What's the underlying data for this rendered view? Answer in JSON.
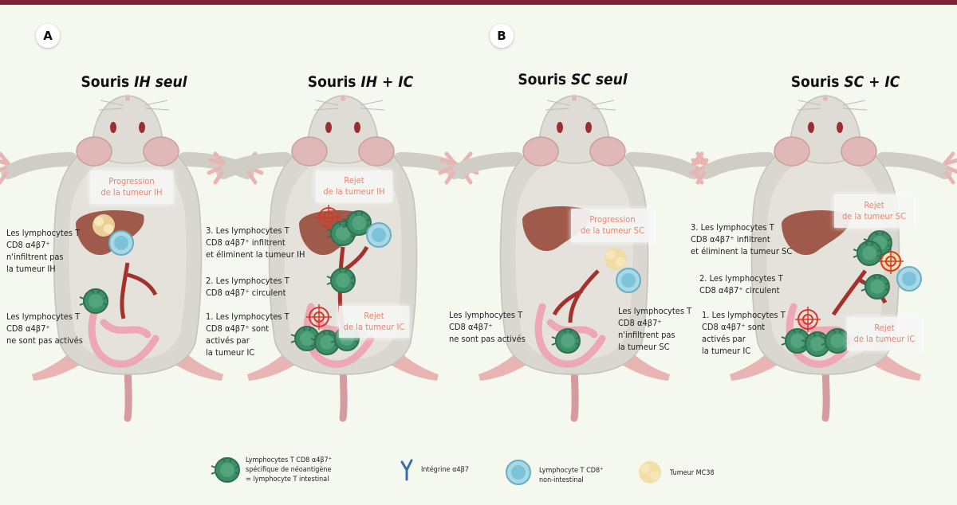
{
  "panels": {
    "a": {
      "label": "A"
    },
    "b": {
      "label": "B"
    }
  },
  "mice": [
    {
      "title_prefix": "Souris ",
      "title_italic": "IH seul"
    },
    {
      "title_prefix": "Souris ",
      "title_italic": "IH + IC"
    },
    {
      "title_prefix": "Souris ",
      "title_italic": "SC seul"
    },
    {
      "title_prefix": "Souris ",
      "title_italic": "SC + IC"
    }
  ],
  "boxes": {
    "m1_progression": "Progression\nde la tumeur IH",
    "m2_rejet_ih": "Rejet\nde la tumeur IH",
    "m2_rejet_ic": "Rejet\nde la tumeur IC",
    "m3_progression": "Progression\nde la tumeur SC",
    "m4_rejet_sc": "Rejet\nde la tumeur SC",
    "m4_rejet_ic": "Rejet\nde la tumeur IC"
  },
  "annotations": {
    "m1_top": "Les lymphocytes T\nCD8 α4β7⁺\nn'infiltrent pas\nla tumeur IH",
    "m1_bottom": "Les lymphocytes T\nCD8 α4β7⁺\nne sont pas activés",
    "m2_step3": "3. Les lymphocytes T\nCD8 α4β7⁺ infiltrent\net éliminent la tumeur IH",
    "m2_step2": "2. Les lymphocytes T\nCD8 α4β7⁺ circulent",
    "m2_step1": "1. Les lymphocytes T\nCD8 α4β7⁺ sont\nactivés par\nla tumeur IC",
    "m3_left": "Les lymphocytes T\nCD8 α4β7⁺\nne sont pas activés",
    "m3_right": "Les lymphocytes T\nCD8 α4β7⁺\nn'infiltrent pas\nla tumeur SC",
    "m4_step3": "3. Les lymphocytes T\nCD8 α4β7⁺ infiltrent\net éliminent la tumeur SC",
    "m4_step2": "2. Les lymphocytes T\nCD8 α4β7⁺ circulent",
    "m4_step1": "1. Les lymphocytes T\nCD8 α4β7⁺ sont\nactivés par\nla tumeur IC"
  },
  "legend": {
    "intestinal_t": "Lymphocytes T CD8 α4β7⁺\nspécifique de néoantigène\n= lymphocyte T intestinal",
    "integrin": "Intégrine α4β7",
    "non_intestinal_t": "Lymphocyte T CD8⁺\nnon-intestinal",
    "tumor": "Tumeur MC38"
  },
  "icons": [
    "intestinal-t-cell-icon",
    "integrin-icon",
    "non-intestinal-t-cell-icon",
    "tumor-icon",
    "target-icon"
  ],
  "colors": {
    "header_bar": "#7c2333",
    "background": "#f4f8ee",
    "mouse_body": "#d9d7cf",
    "liver": "#a05a4b",
    "vessels": "#a3322c",
    "intestine": "#eea7b5",
    "intestinal_t": "#3d8f69",
    "non_intestinal_t": "#a8d8e6",
    "tumor": "#f2dca0",
    "box_text": "#e8846a",
    "target": "#d33a2c"
  }
}
